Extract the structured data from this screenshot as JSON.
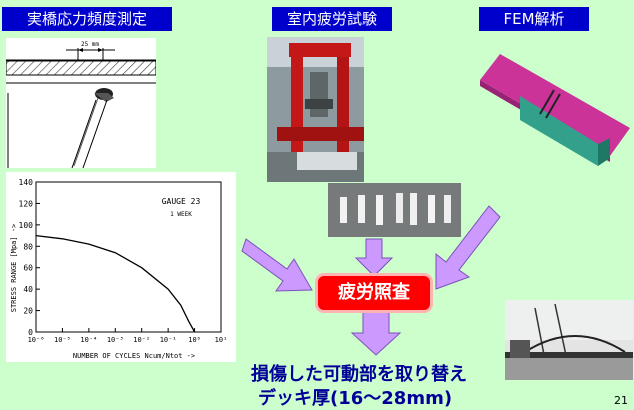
{
  "headers": {
    "field_measurement": "実橋応力頻度測定",
    "lab_test": "室内疲労試験",
    "fem": "FEM解析"
  },
  "detail_drawing": {
    "dimension": "25 mm"
  },
  "graph": {
    "label1": "GAUGE 23",
    "label2": "1 WEEK",
    "ylabel": "STRESS RANGE [Mpa] ->",
    "xlabel": "NUMBER OF CYCLES Ncum/Ntot ->",
    "y_ticks": [
      "0",
      "20",
      "40",
      "60",
      "80",
      "100",
      "120",
      "140"
    ],
    "x_ticks": [
      "10⁻⁶",
      "10⁻⁵",
      "10⁻⁴",
      "10⁻³",
      "10⁻²",
      "10⁻¹",
      "10⁰",
      "10¹"
    ]
  },
  "chart_data": {
    "type": "line",
    "title": "GAUGE 23",
    "subtitle": "1 WEEK",
    "xlabel": "NUMBER OF CYCLES Ncum/Ntot ->",
    "ylabel": "STRESS RANGE [Mpa] ->",
    "xscale": "log",
    "xlim": [
      1e-06,
      10
    ],
    "ylim": [
      0,
      140
    ],
    "x": [
      1e-06,
      1e-05,
      0.0001,
      0.001,
      0.01,
      0.1,
      0.3,
      0.6,
      1
    ],
    "y": [
      90,
      87,
      82,
      74,
      60,
      40,
      25,
      10,
      0
    ]
  },
  "center": {
    "label": "疲労照査"
  },
  "caption": {
    "line1": "損傷した可動部を取り替え",
    "line2": "デッキ厚(16～28mm)"
  },
  "page_number": "21",
  "colors": {
    "background": "#ccffcc",
    "header": "#0000cc",
    "arrow": "#cc99ff",
    "center": "#ff0000"
  }
}
